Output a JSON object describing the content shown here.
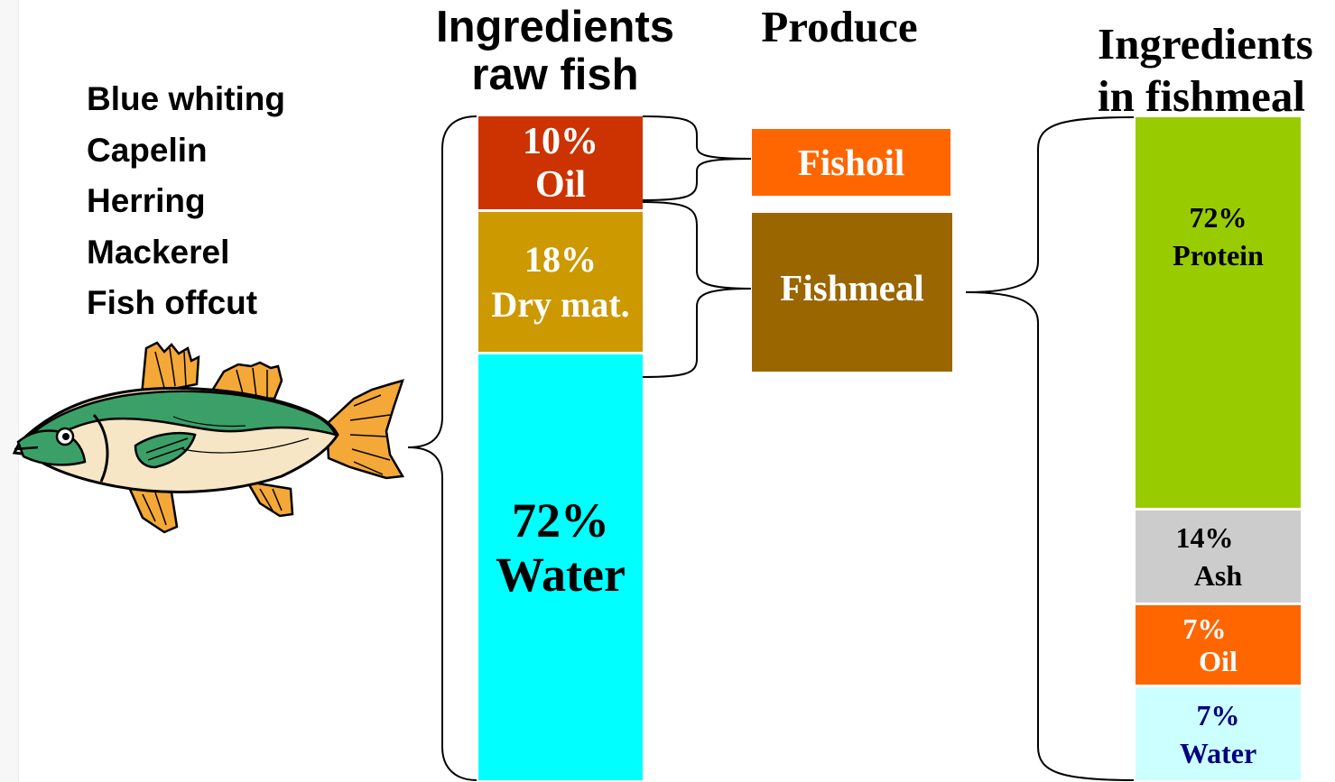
{
  "headings": {
    "raw_fish_line1": "Ingredients",
    "raw_fish_line2": "raw fish",
    "produce": "Produce",
    "fishmeal_line1": "Ingredients",
    "fishmeal_line2": "in fishmeal"
  },
  "species": [
    "Blue whiting",
    "Capelin",
    "Herring",
    "Mackerel",
    "Fish offcut"
  ],
  "raw_fish": [
    {
      "pct": "10%",
      "name": "Oil",
      "value": 10,
      "color": "#cc3300"
    },
    {
      "pct": "18%",
      "name": "Dry mat.",
      "value": 18,
      "color": "#cc9900"
    },
    {
      "pct": "72%",
      "name": "Water",
      "value": 72,
      "color": "#00ffff"
    }
  ],
  "produce": {
    "fishoil": {
      "label": "Fishoil",
      "color": "#ff6600"
    },
    "fishmeal": {
      "label": "Fishmeal",
      "color": "#996600"
    }
  },
  "fishmeal": [
    {
      "pct": "72%",
      "name": "Protein",
      "value": 72,
      "color": "#99cc00"
    },
    {
      "pct": "14%",
      "name": "Ash",
      "value": 14,
      "color": "#cccccc"
    },
    {
      "pct": "7%",
      "name": "Oil",
      "value": 7,
      "color": "#ff6600"
    },
    {
      "pct": "7%",
      "name": "Water",
      "value": 7,
      "color": "#ccffff"
    }
  ],
  "fish_illustration": "fish-icon"
}
